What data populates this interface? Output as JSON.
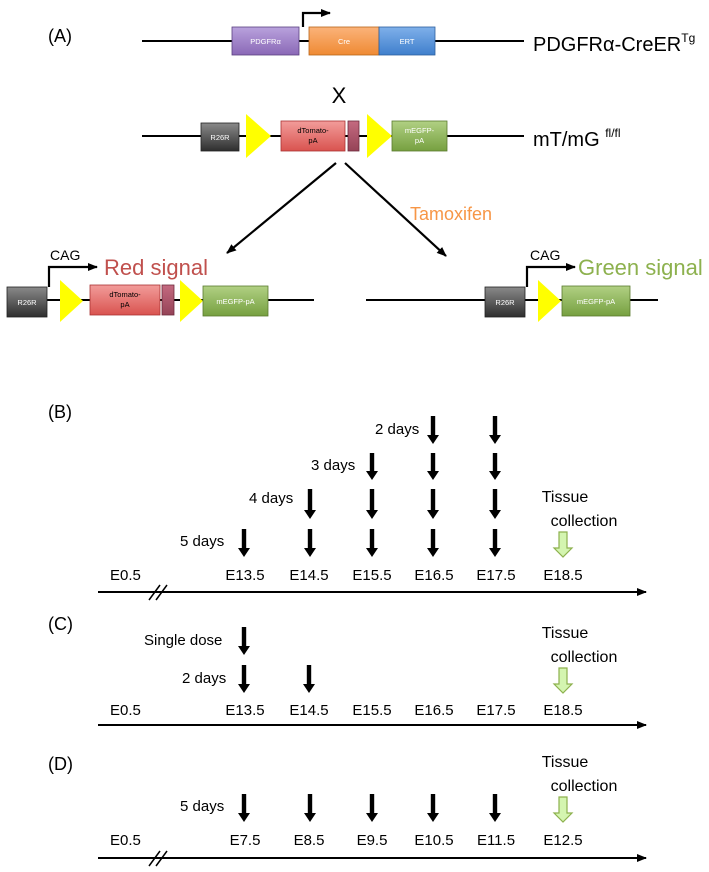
{
  "panels": {
    "A": "(A)",
    "B": "(B)",
    "C": "(C)",
    "D": "(D)"
  },
  "constructs": {
    "pdgfra_box": "PDGFRα",
    "cre_box": "Cre",
    "ert_box": "ERT",
    "transgene_name": "PDGFRα-CreER",
    "transgene_sup": "Tg",
    "cross_symbol": "X",
    "r26r_box": "R26R",
    "dtomato_line1": "dTomato-",
    "dtomato_line2": "pA",
    "megfp_line1": "mEGFP-",
    "megfp_line2": "pA",
    "megfp_single": "mEGFP-pA",
    "mtmg_name": "mT/mG ",
    "mtmg_sup": "fl/fl",
    "tamoxifen": "Tamoxifen",
    "cag": "CAG",
    "red_signal": "Red signal",
    "green_signal": "Green signal"
  },
  "colors": {
    "pdgfra_purple": "#9b7cc2",
    "cre_orange": "#f79646",
    "ert_blue": "#4f8ed6",
    "r26r_gray": "#4a4a4a",
    "loxp_yellow": "#ffff00",
    "dtomato_red": "#e46c6c",
    "stop_mauve": "#b0536b",
    "megfp_green": "#8bb356",
    "tamoxifen_orange": "#f79646",
    "red_signal": "#c0504d",
    "green_signal": "#8db14e",
    "collection_arrow": "#d4f5b0"
  },
  "timeline_b": {
    "start": "E0.5",
    "days": [
      "E13.5",
      "E14.5",
      "E15.5",
      "E16.5",
      "E17.5",
      "E18.5"
    ],
    "regimen_labels": [
      "2 days",
      "3 days",
      "4 days",
      "5 days"
    ],
    "collection_line1": "Tissue",
    "collection_line2": "collection"
  },
  "timeline_c": {
    "start": "E0.5",
    "days": [
      "E13.5",
      "E14.5",
      "E15.5",
      "E16.5",
      "E17.5",
      "E18.5"
    ],
    "regimen_labels": [
      "Single dose",
      "2 days"
    ],
    "collection_line1": "Tissue",
    "collection_line2": "collection"
  },
  "timeline_d": {
    "start": "E0.5",
    "days": [
      "E7.5",
      "E8.5",
      "E9.5",
      "E10.5",
      "E11.5",
      "E12.5"
    ],
    "regimen_labels": [
      "5 days"
    ],
    "collection_line1": "Tissue",
    "collection_line2": "collection"
  }
}
